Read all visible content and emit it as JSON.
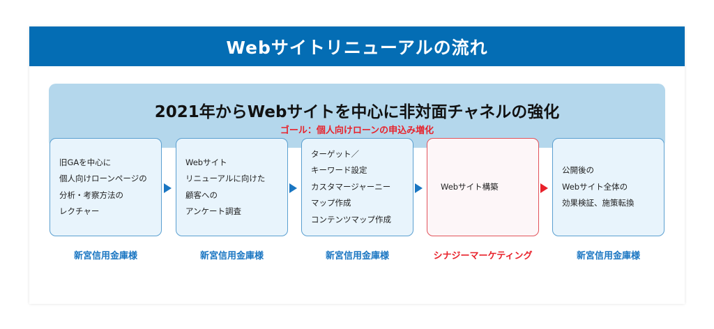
{
  "header": {
    "title": "Webサイトリニューアルの流れ"
  },
  "goal": {
    "title": "2021年からWebサイトを中心に非対面チャネルの強化",
    "subtitle": "ゴール：個人向けローンの申込み増化"
  },
  "colors": {
    "header_bg": "#046db4",
    "goal_bg": "#b4d7ec",
    "blue_text": "#1a76c2",
    "red_text": "#e8212a",
    "blue_box_bg": "#e8f4fc",
    "blue_box_border": "#5a9fd0",
    "red_box_bg": "#fdf6f8",
    "red_box_border": "#e2525a"
  },
  "steps": [
    {
      "lines": [
        "旧GAを中心に",
        "個人向けローンページの",
        "分析・考察方法の",
        "レクチャー"
      ],
      "owner": "新宮信用金庫様",
      "variant": "blue"
    },
    {
      "lines": [
        "Webサイト",
        "リニューアルに向けた",
        "顧客への",
        "アンケート調査"
      ],
      "owner": "新宮信用金庫様",
      "variant": "blue"
    },
    {
      "lines": [
        "ターゲット／",
        "キーワード設定",
        "カスタマージャーニー",
        "マップ作成",
        "コンテンツマップ作成"
      ],
      "owner": "新宮信用金庫様",
      "variant": "blue"
    },
    {
      "lines": [
        "Webサイト構築"
      ],
      "owner": "シナジーマーケティング",
      "variant": "red"
    },
    {
      "lines": [
        "公開後の",
        "Webサイト全体の",
        "効果検証、施策転換"
      ],
      "owner": "新宮信用金庫様",
      "variant": "blue"
    }
  ],
  "arrows": [
    {
      "icon": "triangle-right-icon",
      "color": "#1a76c2"
    },
    {
      "icon": "triangle-right-icon",
      "color": "#1a76c2"
    },
    {
      "icon": "triangle-right-icon",
      "color": "#1a76c2"
    },
    {
      "icon": "triangle-right-icon",
      "color": "#e8212a"
    }
  ]
}
